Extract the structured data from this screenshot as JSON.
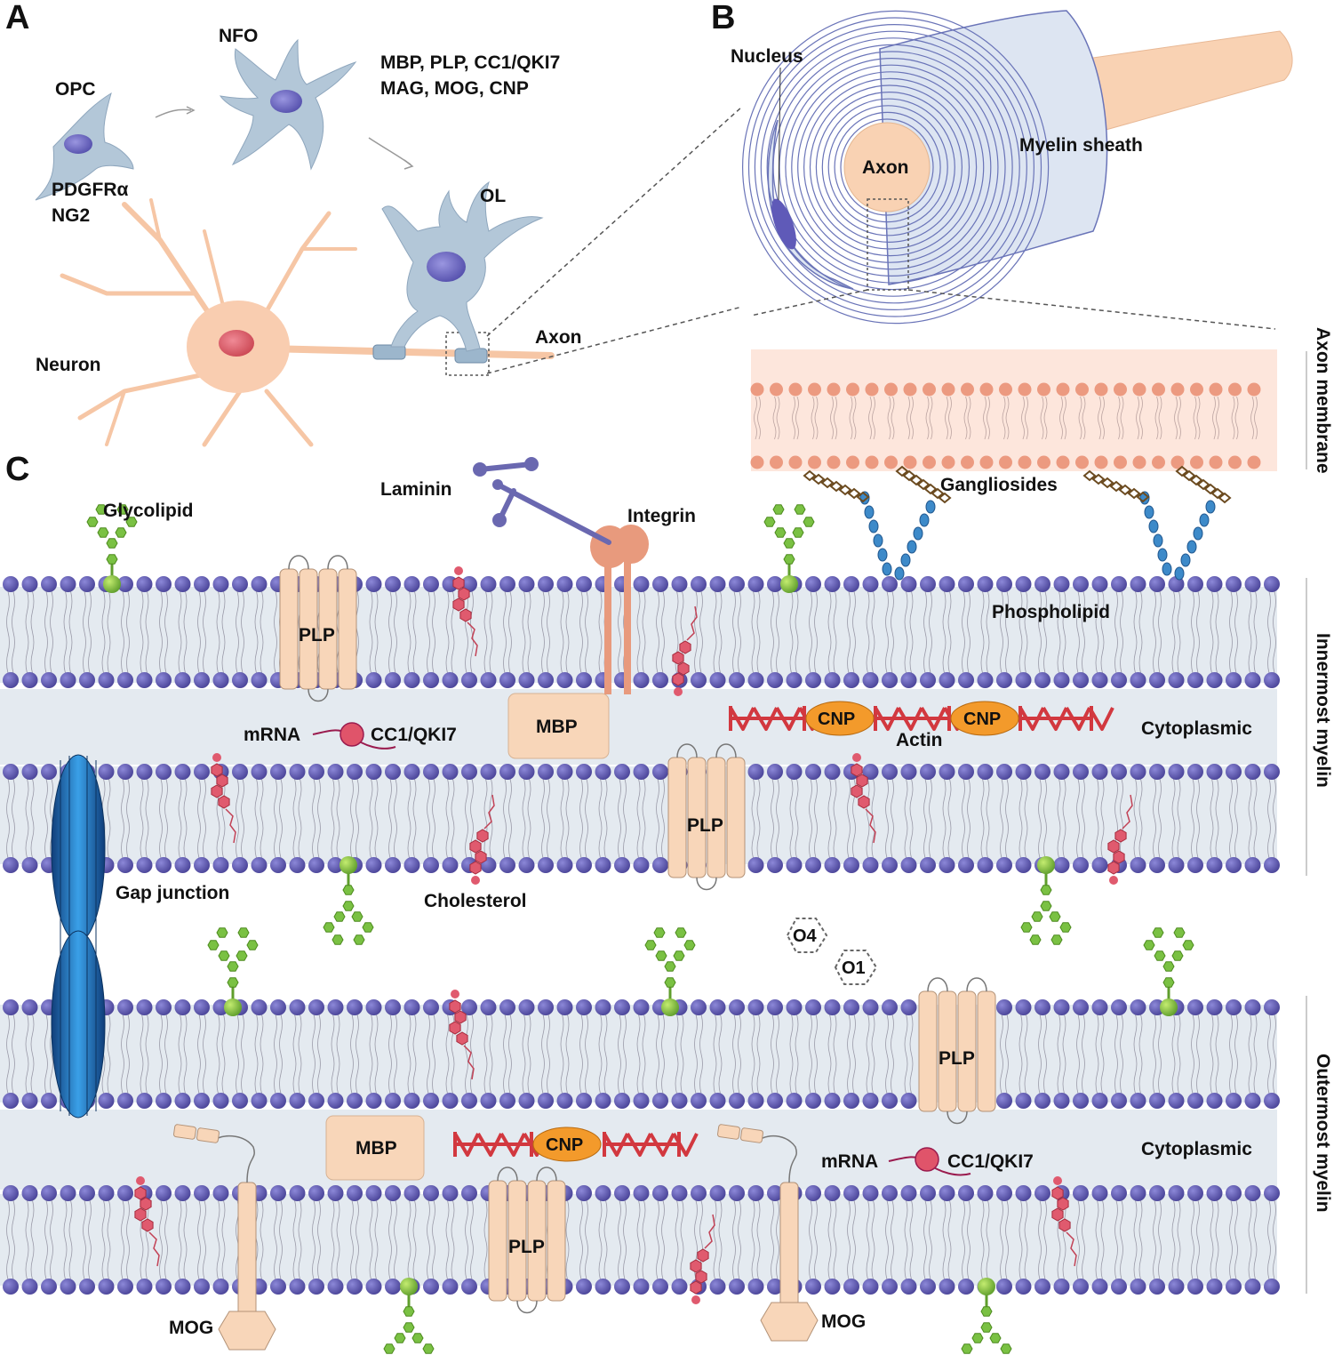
{
  "panels": {
    "a": "A",
    "b": "B",
    "c": "C"
  },
  "panel_a": {
    "opc": "OPC",
    "opc_markers": [
      "PDGFRα",
      "NG2"
    ],
    "nfo": "NFO",
    "nfo_markers": [
      "MBP, PLP, CC1/QKI7",
      "MAG, MOG, CNP"
    ],
    "ol": "OL",
    "neuron": "Neuron",
    "axon": "Axon"
  },
  "panel_b": {
    "nucleus": "Nucleus",
    "axon": "Axon",
    "myelin_sheath": "Myelin sheath"
  },
  "panel_c": {
    "laminin": "Laminin",
    "integrin": "Integrin",
    "glycolipid": "Glycolipid",
    "gangliosides": "Gangliosides",
    "phospholipid": "Phospholipid",
    "plp": "PLP",
    "mbp": "MBP",
    "cnp": "CNP",
    "actin": "Actin",
    "mrna": "mRNA",
    "cc1": "CC1/QKI7",
    "cytoplasmic": "Cytoplasmic",
    "gap_junction": "Gap junction",
    "cholesterol": "Cholesterol",
    "o4": "O4",
    "o1": "O1",
    "mog": "MOG"
  },
  "side_labels": {
    "axon_membrane": "Axon membrane",
    "innermost": "Innermost myelin",
    "outermost": "Outermost myelin"
  },
  "colors": {
    "lipid_head": "#5a55b5",
    "axon": "#f9d2b3",
    "myelin": "#dbe4f1",
    "protein": "#f8d6b9",
    "cytoplasm": "#e3e9ef",
    "glycolipid": "#7ac143",
    "cholesterol": "#e05a6e",
    "ganglioside": "#3d8ac9",
    "cnp": "#f39a2b",
    "actin": "#d2383f",
    "gap_junction": "#2a78c2",
    "integrin": "#e89a7d",
    "laminin": "#6a68b0"
  }
}
